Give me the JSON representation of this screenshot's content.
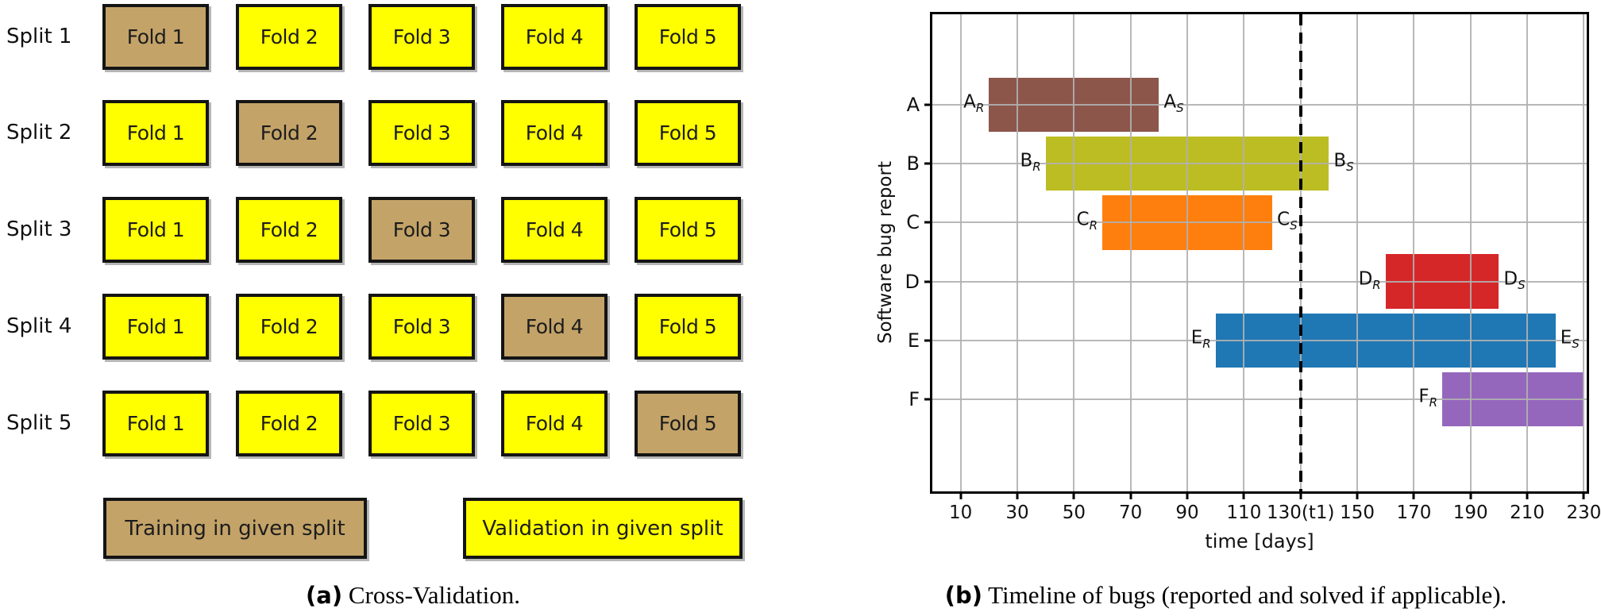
{
  "figure_a": {
    "split_labels": [
      "Split 1",
      "Split 2",
      "Split 3",
      "Split 4",
      "Split 5"
    ],
    "fold_labels": [
      "Fold 1",
      "Fold 2",
      "Fold 3",
      "Fold 4",
      "Fold 5"
    ],
    "training_fold_per_split": [
      1,
      2,
      3,
      4,
      5
    ],
    "colors": {
      "training": "#c3a368",
      "validation": "#ffff00",
      "box_border": "#141414"
    },
    "legend": {
      "training_label": "Training in given split",
      "validation_label": "Validation in given split"
    },
    "caption": {
      "tag": "(a)",
      "text": "Cross-Validation."
    }
  },
  "figure_b": {
    "caption": {
      "tag": "(b)",
      "text": "Timeline of bugs (reported and solved if applicable)."
    }
  },
  "chart_data": {
    "type": "bar",
    "subtype": "horizontal-interval-timeline",
    "title": "",
    "xlabel": "time [days]",
    "ylabel": "Software bug report",
    "categories": [
      "A",
      "B",
      "C",
      "D",
      "E",
      "F"
    ],
    "xlim": [
      0,
      231
    ],
    "xticks": [
      10,
      30,
      50,
      70,
      90,
      110,
      130,
      150,
      170,
      190,
      210,
      230
    ],
    "xtick_labels": [
      "10",
      "30",
      "50",
      "70",
      "90",
      "110",
      "130(t1)",
      "150",
      "170",
      "190",
      "210",
      "230"
    ],
    "grid": true,
    "gridline_color": "#b0b0b0",
    "legend_position": "none",
    "bars": [
      {
        "category": "A",
        "start": 20,
        "end": 80,
        "color": "#8c564b",
        "reported_sub": "R",
        "solved_sub": "S",
        "solved": true
      },
      {
        "category": "B",
        "start": 40,
        "end": 140,
        "color": "#bcbd22",
        "reported_sub": "R",
        "solved_sub": "S",
        "solved": true
      },
      {
        "category": "C",
        "start": 60,
        "end": 120,
        "color": "#ff7f0e",
        "reported_sub": "R",
        "solved_sub": "S",
        "solved": true
      },
      {
        "category": "D",
        "start": 160,
        "end": 200,
        "color": "#d62728",
        "reported_sub": "R",
        "solved_sub": "S",
        "solved": true
      },
      {
        "category": "E",
        "start": 100,
        "end": 220,
        "color": "#1f77b4",
        "reported_sub": "R",
        "solved_sub": "S",
        "solved": true
      },
      {
        "category": "F",
        "start": 180,
        "end": 230,
        "color": "#9467bd",
        "reported_sub": "R",
        "solved_sub": "S",
        "solved": false
      }
    ],
    "reference_line": {
      "x": 130,
      "axis_label": "130(t1)",
      "style": "dashed",
      "color": "#000000"
    },
    "layout": {
      "first_center_frac": 0.1895,
      "step_frac": 0.12355,
      "bar_height_frac": 0.1137
    }
  }
}
